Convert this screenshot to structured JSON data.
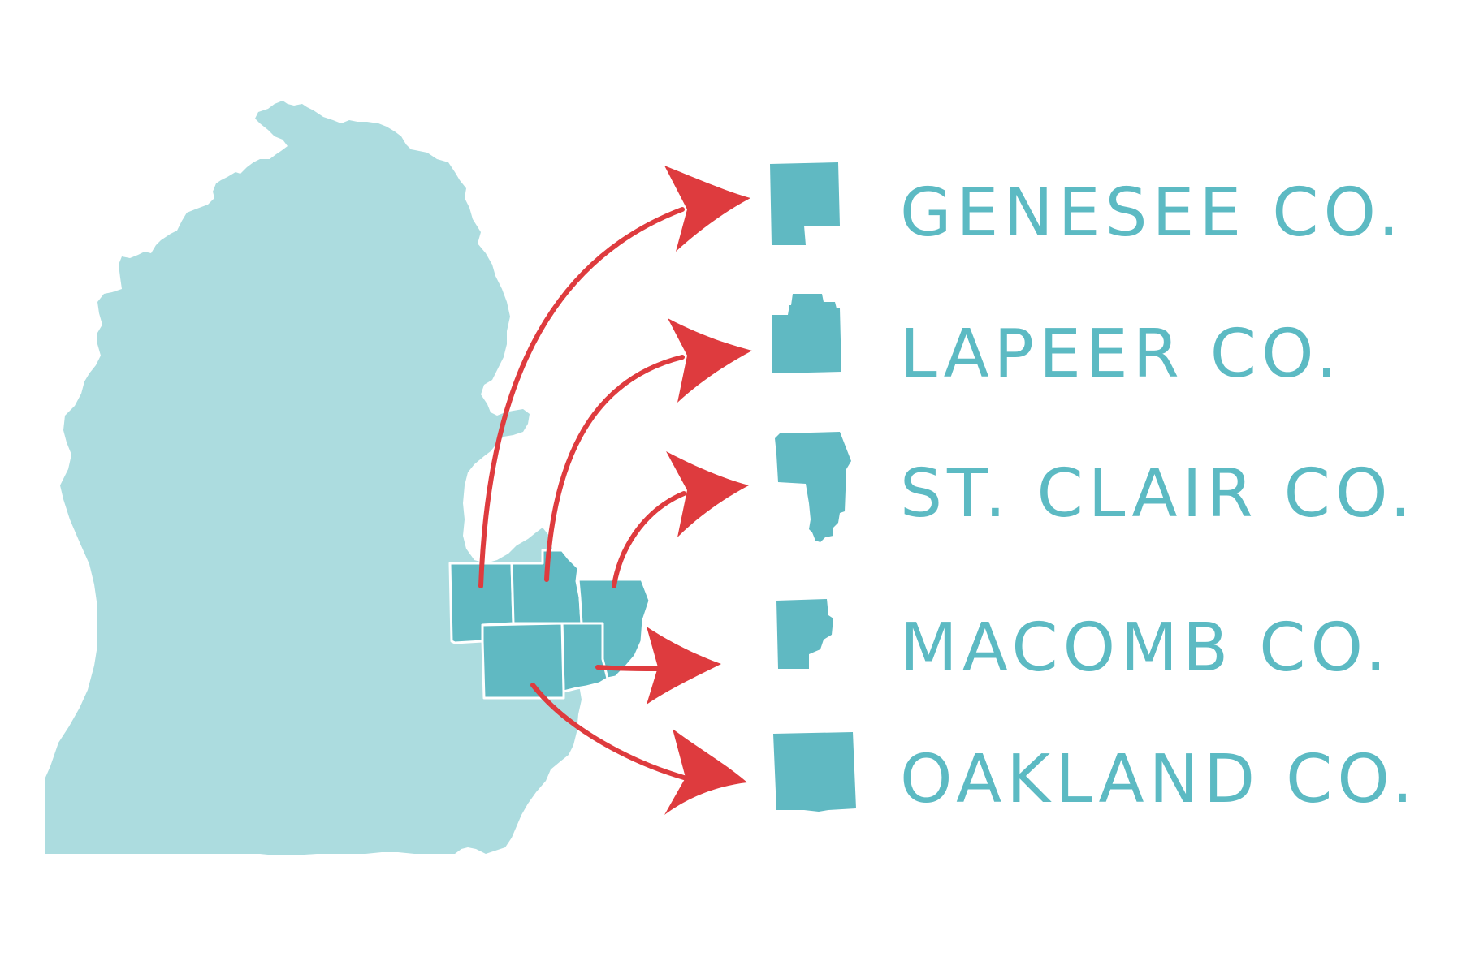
{
  "colors": {
    "background": "#ffffff",
    "state_fill": "#acdcdf",
    "county_fill": "#60b9c2",
    "county_border": "#ffffff",
    "arrow": "#de3b3e",
    "label_text": "#5cbac3"
  },
  "map": {
    "region": "michigan-lower-peninsula",
    "highlighted_counties": [
      "genesee",
      "lapeer",
      "st-clair",
      "macomb",
      "oakland"
    ]
  },
  "counties": [
    {
      "id": "genesee",
      "label": "GENESEE CO.",
      "icon": "genesee-county-shape-icon"
    },
    {
      "id": "lapeer",
      "label": "LAPEER CO.",
      "icon": "lapeer-county-shape-icon"
    },
    {
      "id": "st-clair",
      "label": "ST. CLAIR CO.",
      "icon": "st-clair-county-shape-icon"
    },
    {
      "id": "macomb",
      "label": "MACOMB CO.",
      "icon": "macomb-county-shape-icon"
    },
    {
      "id": "oakland",
      "label": "OAKLAND CO.",
      "icon": "oakland-county-shape-icon"
    }
  ]
}
